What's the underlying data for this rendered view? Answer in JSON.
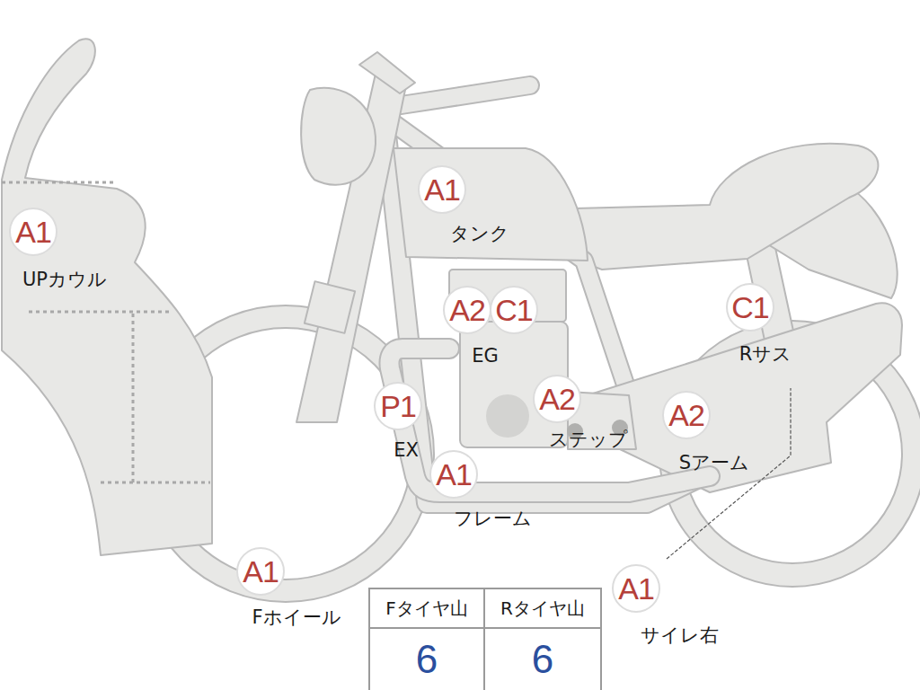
{
  "diagram": {
    "nodes": [
      {
        "text": [
          "A1",
          "UPカウル"
        ]
      },
      {
        "text": [
          "A1",
          "タンク"
        ]
      },
      {
        "text": [
          "A2",
          "EG"
        ]
      },
      {
        "text": [
          "C1"
        ]
      },
      {
        "text": [
          "C1",
          "Rサス"
        ]
      },
      {
        "text": [
          "P1",
          "EX"
        ]
      },
      {
        "text": [
          "A2",
          "ステップ"
        ]
      },
      {
        "text": [
          "A2",
          "Sアーム"
        ]
      },
      {
        "text": [
          "A1",
          "フレーム"
        ]
      },
      {
        "text": [
          "A1",
          "Fホイール"
        ]
      },
      {
        "text": [
          "A1",
          "サイレ右"
        ]
      }
    ],
    "edges": [],
    "labels": [
      "Fタイヤ山",
      "Rタイヤ山",
      "6",
      "6"
    ]
  }
}
